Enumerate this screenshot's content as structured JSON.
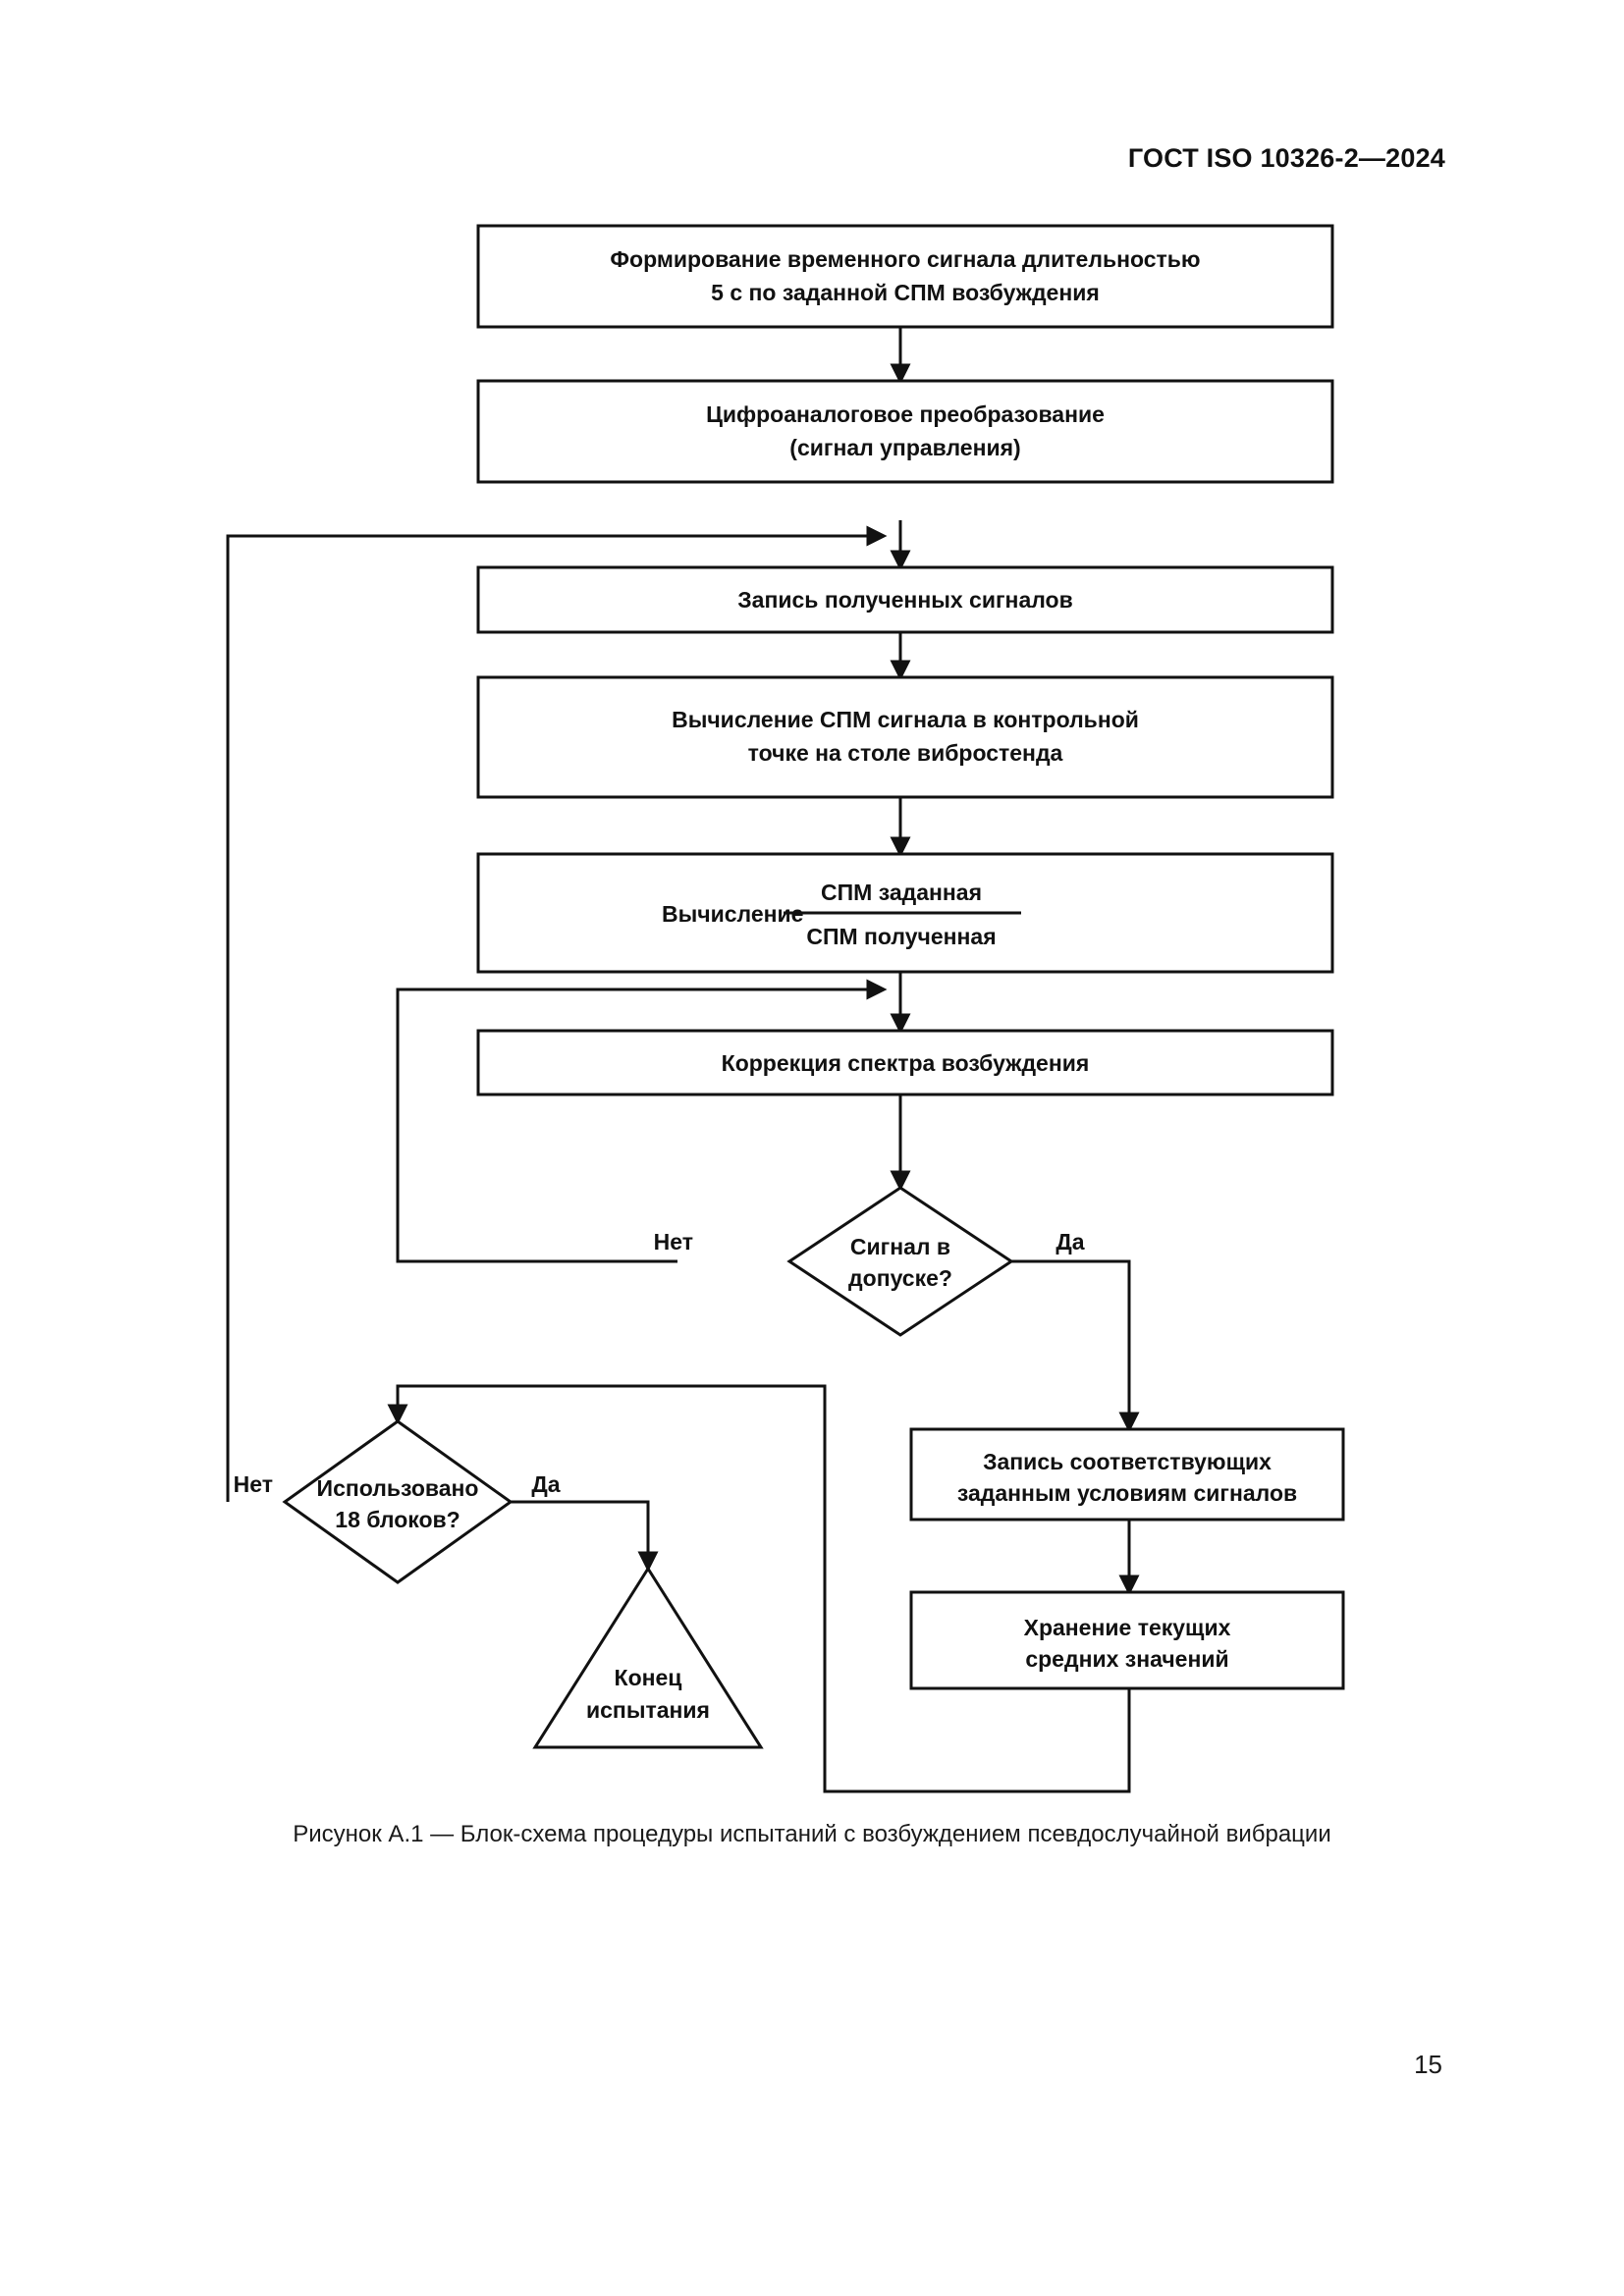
{
  "document": {
    "header": "ГОСТ ISO 10326-2—2024",
    "page_number": "15",
    "figure_caption": "Рисунок А.1 — Блок-схема процедуры испытаний с возбуждением псевдослучайной вибрации"
  },
  "flowchart": {
    "title": "Блок-схема процедуры испытаний с возбуждением псевдослучайной вибрации",
    "nodes": {
      "n1": {
        "type": "process",
        "line1": "Формирование временного сигнала длительностью",
        "line2": "5 с по заданной СПМ возбуждения"
      },
      "n2": {
        "type": "process",
        "line1": "Цифроаналоговое преобразование",
        "line2": "(сигнал управления)"
      },
      "n3": {
        "type": "process",
        "line1": "Запись полученных сигналов",
        "line2": ""
      },
      "n4": {
        "type": "process",
        "line1": "Вычисление СПМ сигнала в контрольной",
        "line2": "точке на столе вибростенда"
      },
      "n5": {
        "type": "process",
        "prefix": "Вычисление",
        "numerator": "СПМ заданная",
        "denominator": "СПМ полученная"
      },
      "n6": {
        "type": "process",
        "line1": "Коррекция спектра возбуждения",
        "line2": ""
      },
      "d1": {
        "type": "decision",
        "line1": "Сигнал в",
        "line2": "допуске?",
        "no_label": "Нет",
        "yes_label": "Да"
      },
      "d2": {
        "type": "decision",
        "line1": "Использовано",
        "line2": "18 блоков?",
        "no_label": "Нет",
        "yes_label": "Да"
      },
      "n7": {
        "type": "process",
        "line1": "Запись соответствующих",
        "line2": "заданным условиям сигналов"
      },
      "n8": {
        "type": "process",
        "line1": "Хранение текущих",
        "line2": "средних значений"
      },
      "t1": {
        "type": "terminator",
        "line1": "Конец",
        "line2": "испытания"
      }
    },
    "colors": {
      "stroke": "#111111",
      "fill": "#ffffff",
      "text": "#111111"
    }
  }
}
